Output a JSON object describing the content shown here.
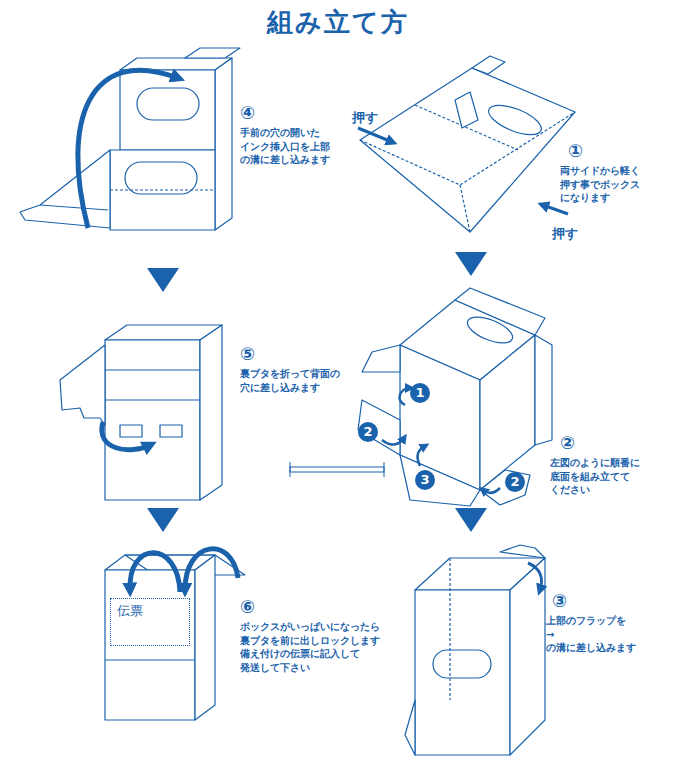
{
  "diagram": {
    "title": "組み立て方",
    "nodes": [
      {
        "text": [
          "伝票"
        ]
      }
    ],
    "labels": [
      "押す",
      "①",
      "両サイドから軽く 押す事でボックス になります",
      "押す",
      "④",
      "手前の穴の開いた インク挿入口を上部 の溝に差し込みます",
      "⑤",
      "裏ブタを折って背面の 穴に差し込みます",
      "1",
      "2",
      "2",
      "3",
      "②",
      "左図のように順番に 底面を組み立てて ください",
      "⑥",
      "ボックスがいっぱいになったら 裏ブタを前に出しロックします 備え付けの伝票に記入して 発送して下さい",
      "③",
      "上部のフラップを →の溝に差し込みます"
    ]
  }
}
